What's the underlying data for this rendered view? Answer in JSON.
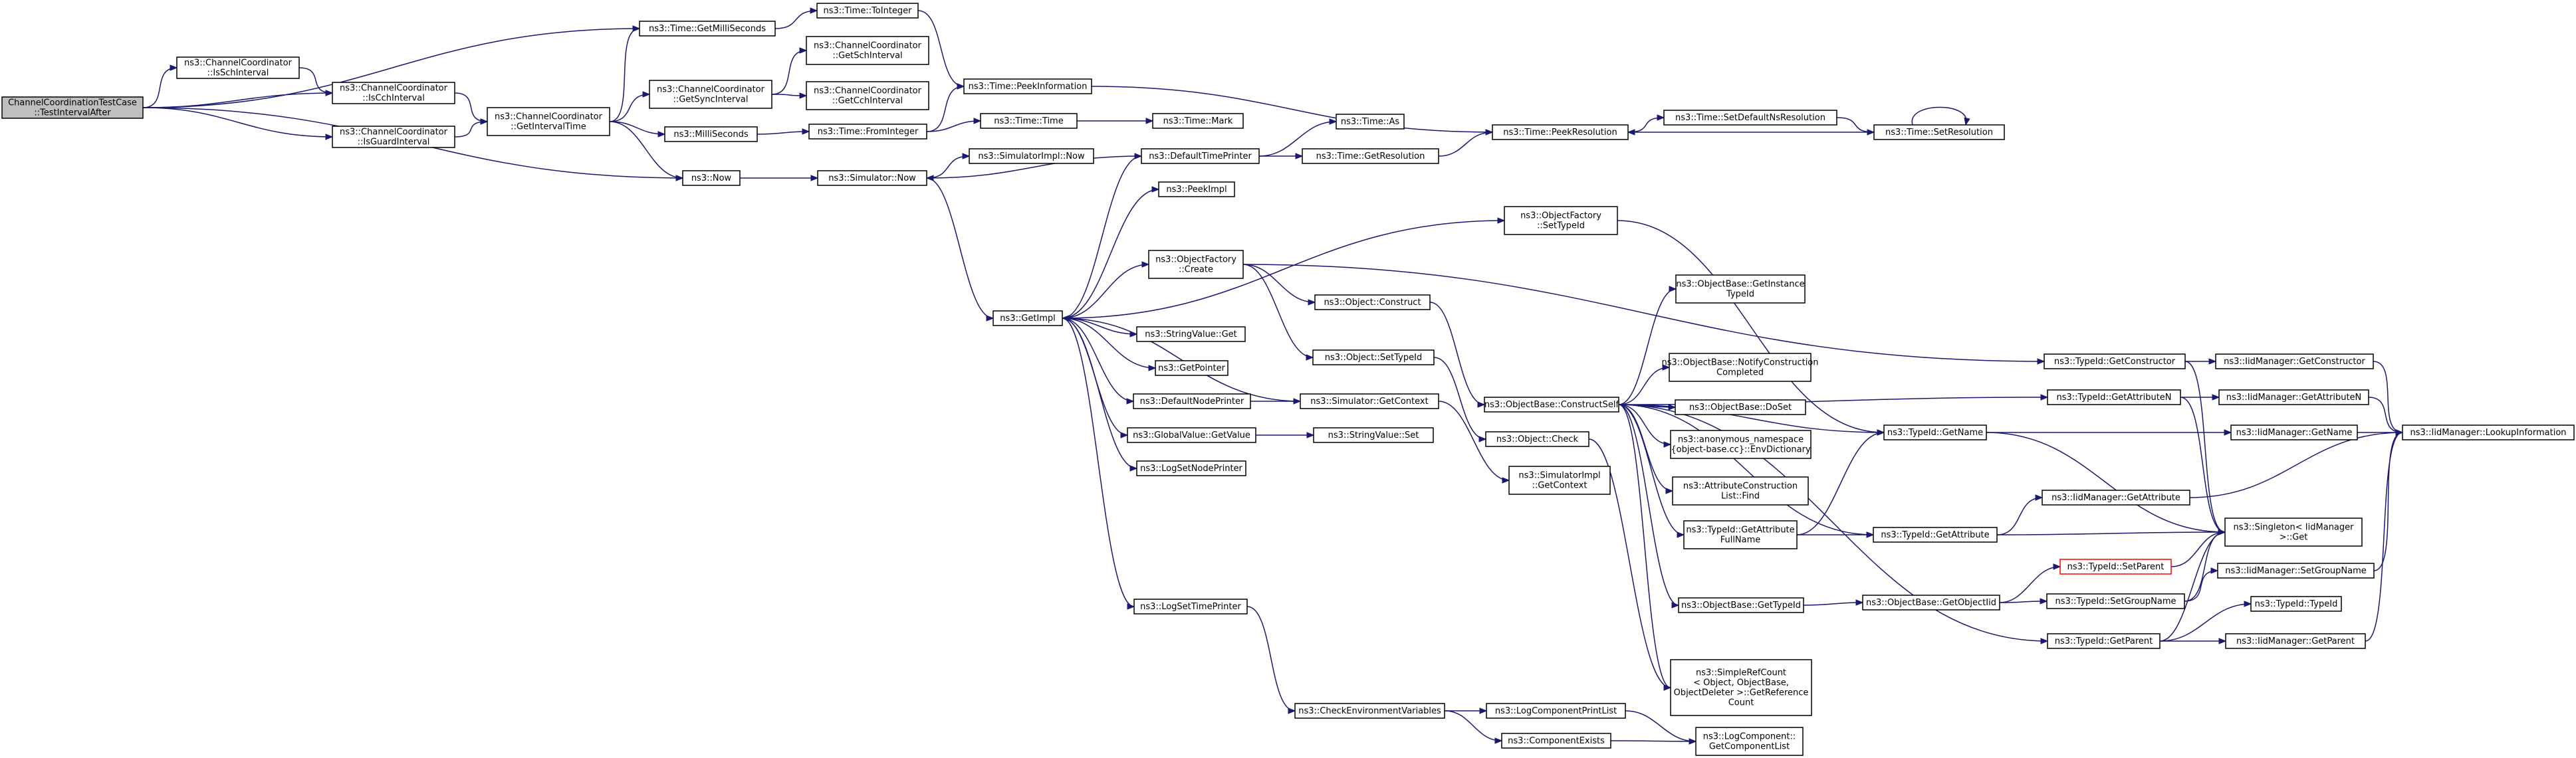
{
  "colors": {
    "edge": "#191970",
    "node_border": "#000000",
    "root_fill": "#bfbfbf",
    "highlight_border": "#ff0000"
  },
  "nodes": [
    {
      "id": "root",
      "lines": [
        "ChannelCoordinationTestCase",
        "::TestIntervalAfter"
      ],
      "style": "root"
    },
    {
      "id": "isSch",
      "lines": [
        "ns3::ChannelCoordinator",
        "::IsSchInterval"
      ]
    },
    {
      "id": "isCch",
      "lines": [
        "ns3::ChannelCoordinator",
        "::IsCchInterval"
      ]
    },
    {
      "id": "isGuard",
      "lines": [
        "ns3::ChannelCoordinator",
        "::IsGuardInterval"
      ]
    },
    {
      "id": "getMilli",
      "lines": [
        "ns3::Time::GetMilliSeconds"
      ]
    },
    {
      "id": "toInteger",
      "lines": [
        "ns3::Time::ToInteger"
      ]
    },
    {
      "id": "getIntervalTime",
      "lines": [
        "ns3::ChannelCoordinator",
        "::GetIntervalTime"
      ]
    },
    {
      "id": "getSchInt",
      "lines": [
        "ns3::ChannelCoordinator",
        "::GetSchInterval"
      ]
    },
    {
      "id": "getSyncInt",
      "lines": [
        "ns3::ChannelCoordinator",
        "::GetSyncInterval"
      ]
    },
    {
      "id": "getCchInt",
      "lines": [
        "ns3::ChannelCoordinator",
        "::GetCchInterval"
      ]
    },
    {
      "id": "peekInfo",
      "lines": [
        "ns3::Time::PeekInformation"
      ]
    },
    {
      "id": "milliSeconds",
      "lines": [
        "ns3::MilliSeconds"
      ]
    },
    {
      "id": "fromInteger",
      "lines": [
        "ns3::Time::FromInteger"
      ]
    },
    {
      "id": "timeTime",
      "lines": [
        "ns3::Time::Time"
      ]
    },
    {
      "id": "timeMark",
      "lines": [
        "ns3::Time::Mark"
      ]
    },
    {
      "id": "now",
      "lines": [
        "ns3::Now"
      ]
    },
    {
      "id": "simNow",
      "lines": [
        "ns3::Simulator::Now"
      ]
    },
    {
      "id": "simImplNow",
      "lines": [
        "ns3::SimulatorImpl::Now"
      ]
    },
    {
      "id": "defTimePrinter",
      "lines": [
        "ns3::DefaultTimePrinter"
      ]
    },
    {
      "id": "timeAs",
      "lines": [
        "ns3::Time::As"
      ]
    },
    {
      "id": "getResolution",
      "lines": [
        "ns3::Time::GetResolution"
      ]
    },
    {
      "id": "peekResolution",
      "lines": [
        "ns3::Time::PeekResolution"
      ]
    },
    {
      "id": "setDefNsRes",
      "lines": [
        "ns3::Time::SetDefaultNsResolution"
      ]
    },
    {
      "id": "setResolution",
      "lines": [
        "ns3::Time::SetResolution"
      ]
    },
    {
      "id": "peekImpl",
      "lines": [
        "ns3::PeekImpl"
      ]
    },
    {
      "id": "ofSetTypeId",
      "lines": [
        "ns3::ObjectFactory",
        "::SetTypeId"
      ]
    },
    {
      "id": "ofCreate",
      "lines": [
        "ns3::ObjectFactory",
        "::Create"
      ]
    },
    {
      "id": "getImpl",
      "lines": [
        "ns3::GetImpl"
      ]
    },
    {
      "id": "objConstruct",
      "lines": [
        "ns3::Object::Construct"
      ]
    },
    {
      "id": "strValGet",
      "lines": [
        "ns3::StringValue::Get"
      ]
    },
    {
      "id": "getPointer",
      "lines": [
        "ns3::GetPointer"
      ]
    },
    {
      "id": "objSetTypeId",
      "lines": [
        "ns3::Object::SetTypeId"
      ]
    },
    {
      "id": "defNodePrinter",
      "lines": [
        "ns3::DefaultNodePrinter"
      ]
    },
    {
      "id": "simGetContext",
      "lines": [
        "ns3::Simulator::GetContext"
      ]
    },
    {
      "id": "gvGetValue",
      "lines": [
        "ns3::GlobalValue::GetValue"
      ]
    },
    {
      "id": "strValSet",
      "lines": [
        "ns3::StringValue::Set"
      ]
    },
    {
      "id": "logSetNodePrinter",
      "lines": [
        "ns3::LogSetNodePrinter"
      ]
    },
    {
      "id": "objCheck",
      "lines": [
        "ns3::Object::Check"
      ]
    },
    {
      "id": "simImplGetContext",
      "lines": [
        "ns3::SimulatorImpl",
        "::GetContext"
      ]
    },
    {
      "id": "obGetInstTid",
      "lines": [
        "ns3::ObjectBase::GetInstance",
        "TypeId"
      ]
    },
    {
      "id": "obNotify",
      "lines": [
        "ns3::ObjectBase::NotifyConstruction",
        "Completed"
      ]
    },
    {
      "id": "obConstructSelf",
      "lines": [
        "ns3::ObjectBase::ConstructSelf"
      ]
    },
    {
      "id": "obDoSet",
      "lines": [
        "ns3::ObjectBase::DoSet"
      ]
    },
    {
      "id": "anonEnv",
      "lines": [
        "ns3::anonymous_namespace",
        "{object-base.cc}::EnvDictionary"
      ]
    },
    {
      "id": "acFind",
      "lines": [
        "ns3::AttributeConstruction",
        "List::Find"
      ]
    },
    {
      "id": "tidGetAttrFull",
      "lines": [
        "ns3::TypeId::GetAttribute",
        "FullName"
      ]
    },
    {
      "id": "tidGetName",
      "lines": [
        "ns3::TypeId::GetName"
      ]
    },
    {
      "id": "tidGetAttr",
      "lines": [
        "ns3::TypeId::GetAttribute"
      ]
    },
    {
      "id": "iidGetAttr",
      "lines": [
        "ns3::IidManager::GetAttribute"
      ]
    },
    {
      "id": "tidGetConstructor",
      "lines": [
        "ns3::TypeId::GetConstructor"
      ]
    },
    {
      "id": "iidGetConstructor",
      "lines": [
        "ns3::IidManager::GetConstructor"
      ]
    },
    {
      "id": "tidGetAttrN",
      "lines": [
        "ns3::TypeId::GetAttributeN"
      ]
    },
    {
      "id": "iidGetAttrN",
      "lines": [
        "ns3::IidManager::GetAttributeN"
      ]
    },
    {
      "id": "iidGetName",
      "lines": [
        "ns3::IidManager::GetName"
      ]
    },
    {
      "id": "iidLookup",
      "lines": [
        "ns3::IidManager::LookupInformation"
      ]
    },
    {
      "id": "singletonGet",
      "lines": [
        "ns3::Singleton< IidManager",
        "  >::Get"
      ]
    },
    {
      "id": "tidSetParent",
      "lines": [
        "ns3::TypeId::SetParent"
      ],
      "style": "red"
    },
    {
      "id": "iidSetGroup",
      "lines": [
        "ns3::IidManager::SetGroupName"
      ]
    },
    {
      "id": "obGetTypeId",
      "lines": [
        "ns3::ObjectBase::GetTypeId"
      ]
    },
    {
      "id": "obGetObjectIid",
      "lines": [
        "ns3::ObjectBase::GetObjectIid"
      ]
    },
    {
      "id": "tidSetGroup",
      "lines": [
        "ns3::TypeId::SetGroupName"
      ]
    },
    {
      "id": "tidTypeId",
      "lines": [
        "ns3::TypeId::TypeId"
      ]
    },
    {
      "id": "tidGetParent",
      "lines": [
        "ns3::TypeId::GetParent"
      ]
    },
    {
      "id": "iidGetParent",
      "lines": [
        "ns3::IidManager::GetParent"
      ]
    },
    {
      "id": "logSetTimePrinter",
      "lines": [
        "ns3::LogSetTimePrinter"
      ]
    },
    {
      "id": "checkEnv",
      "lines": [
        "ns3::CheckEnvironmentVariables"
      ]
    },
    {
      "id": "logCompPrintList",
      "lines": [
        "ns3::LogComponentPrintList"
      ]
    },
    {
      "id": "compExists",
      "lines": [
        "ns3::ComponentExists"
      ]
    },
    {
      "id": "logCompGetList",
      "lines": [
        "ns3::LogComponent::",
        "GetComponentList"
      ]
    },
    {
      "id": "simpleRefCount",
      "lines": [
        "ns3::SimpleRefCount",
        "< Object, ObjectBase,",
        "ObjectDeleter >::GetReference",
        "Count"
      ]
    }
  ],
  "edges": [
    [
      "root",
      "isSch"
    ],
    [
      "root",
      "isCch"
    ],
    [
      "root",
      "isGuard"
    ],
    [
      "root",
      "getMilli"
    ],
    [
      "root",
      "now"
    ],
    [
      "isSch",
      "isCch"
    ],
    [
      "isCch",
      "getIntervalTime"
    ],
    [
      "isGuard",
      "getIntervalTime"
    ],
    [
      "getMilli",
      "toInteger"
    ],
    [
      "toInteger",
      "peekInfo"
    ],
    [
      "getIntervalTime",
      "getMilli"
    ],
    [
      "getIntervalTime",
      "getSyncInt"
    ],
    [
      "getIntervalTime",
      "milliSeconds"
    ],
    [
      "getIntervalTime",
      "now"
    ],
    [
      "getSyncInt",
      "getSchInt"
    ],
    [
      "getSyncInt",
      "getCchInt"
    ],
    [
      "milliSeconds",
      "fromInteger"
    ],
    [
      "fromInteger",
      "peekInfo"
    ],
    [
      "fromInteger",
      "timeTime"
    ],
    [
      "timeTime",
      "timeMark"
    ],
    [
      "peekInfo",
      "peekResolution"
    ],
    [
      "now",
      "simNow"
    ],
    [
      "simNow",
      "simImplNow"
    ],
    [
      "simNow",
      "getImpl"
    ],
    [
      "defTimePrinter",
      "timeAs"
    ],
    [
      "defTimePrinter",
      "getResolution"
    ],
    [
      "defTimePrinter",
      "simNow"
    ],
    [
      "getResolution",
      "peekResolution"
    ],
    [
      "peekResolution",
      "setDefNsRes"
    ],
    [
      "setDefNsRes",
      "setResolution"
    ],
    [
      "setResolution",
      "peekResolution"
    ],
    [
      "setResolution",
      "setResolution"
    ],
    [
      "getImpl",
      "defTimePrinter"
    ],
    [
      "getImpl",
      "peekImpl"
    ],
    [
      "getImpl",
      "ofSetTypeId"
    ],
    [
      "getImpl",
      "ofCreate"
    ],
    [
      "getImpl",
      "strValGet"
    ],
    [
      "getImpl",
      "getPointer"
    ],
    [
      "getImpl",
      "defNodePrinter"
    ],
    [
      "getImpl",
      "gvGetValue"
    ],
    [
      "getImpl",
      "logSetNodePrinter"
    ],
    [
      "getImpl",
      "logSetTimePrinter"
    ],
    [
      "ofSetTypeId",
      "tidGetName"
    ],
    [
      "ofCreate",
      "objConstruct"
    ],
    [
      "ofCreate",
      "objSetTypeId"
    ],
    [
      "ofCreate",
      "tidGetConstructor"
    ],
    [
      "objConstruct",
      "obConstructSelf"
    ],
    [
      "objSetTypeId",
      "objCheck"
    ],
    [
      "defNodePrinter",
      "simGetContext"
    ],
    [
      "simGetContext",
      "getImpl"
    ],
    [
      "simGetContext",
      "simImplGetContext"
    ],
    [
      "gvGetValue",
      "strValSet"
    ],
    [
      "objCheck",
      "simpleRefCount"
    ],
    [
      "obConstructSelf",
      "obGetInstTid"
    ],
    [
      "obConstructSelf",
      "obNotify"
    ],
    [
      "obConstructSelf",
      "obDoSet"
    ],
    [
      "obConstructSelf",
      "anonEnv"
    ],
    [
      "obConstructSelf",
      "acFind"
    ],
    [
      "obConstructSelf",
      "tidGetAttrFull"
    ],
    [
      "obConstructSelf",
      "tidGetName"
    ],
    [
      "obConstructSelf",
      "tidGetAttr"
    ],
    [
      "obConstructSelf",
      "tidGetAttrN"
    ],
    [
      "obConstructSelf",
      "obGetTypeId"
    ],
    [
      "obConstructSelf",
      "tidGetParent"
    ],
    [
      "obConstructSelf",
      "simpleRefCount"
    ],
    [
      "tidGetAttrFull",
      "tidGetName"
    ],
    [
      "tidGetAttrFull",
      "tidGetAttr"
    ],
    [
      "tidGetName",
      "iidGetName"
    ],
    [
      "tidGetName",
      "singletonGet"
    ],
    [
      "tidGetAttr",
      "iidGetAttr"
    ],
    [
      "tidGetAttr",
      "singletonGet"
    ],
    [
      "tidGetConstructor",
      "iidGetConstructor"
    ],
    [
      "tidGetConstructor",
      "singletonGet"
    ],
    [
      "tidGetAttrN",
      "iidGetAttrN"
    ],
    [
      "tidGetAttrN",
      "singletonGet"
    ],
    [
      "iidGetConstructor",
      "iidLookup"
    ],
    [
      "iidGetAttrN",
      "iidLookup"
    ],
    [
      "iidGetName",
      "iidLookup"
    ],
    [
      "iidGetAttr",
      "iidLookup"
    ],
    [
      "iidSetGroup",
      "iidLookup"
    ],
    [
      "iidGetParent",
      "iidLookup"
    ],
    [
      "obGetTypeId",
      "obGetObjectIid"
    ],
    [
      "obGetObjectIid",
      "tidSetParent"
    ],
    [
      "obGetObjectIid",
      "tidSetGroup"
    ],
    [
      "tidSetParent",
      "singletonGet"
    ],
    [
      "tidSetGroup",
      "iidSetGroup"
    ],
    [
      "tidSetGroup",
      "singletonGet"
    ],
    [
      "tidGetParent",
      "tidTypeId"
    ],
    [
      "tidGetParent",
      "iidGetParent"
    ],
    [
      "tidGetParent",
      "singletonGet"
    ],
    [
      "logSetTimePrinter",
      "checkEnv"
    ],
    [
      "checkEnv",
      "logCompPrintList"
    ],
    [
      "checkEnv",
      "compExists"
    ],
    [
      "logCompPrintList",
      "logCompGetList"
    ],
    [
      "compExists",
      "logCompGetList"
    ]
  ]
}
